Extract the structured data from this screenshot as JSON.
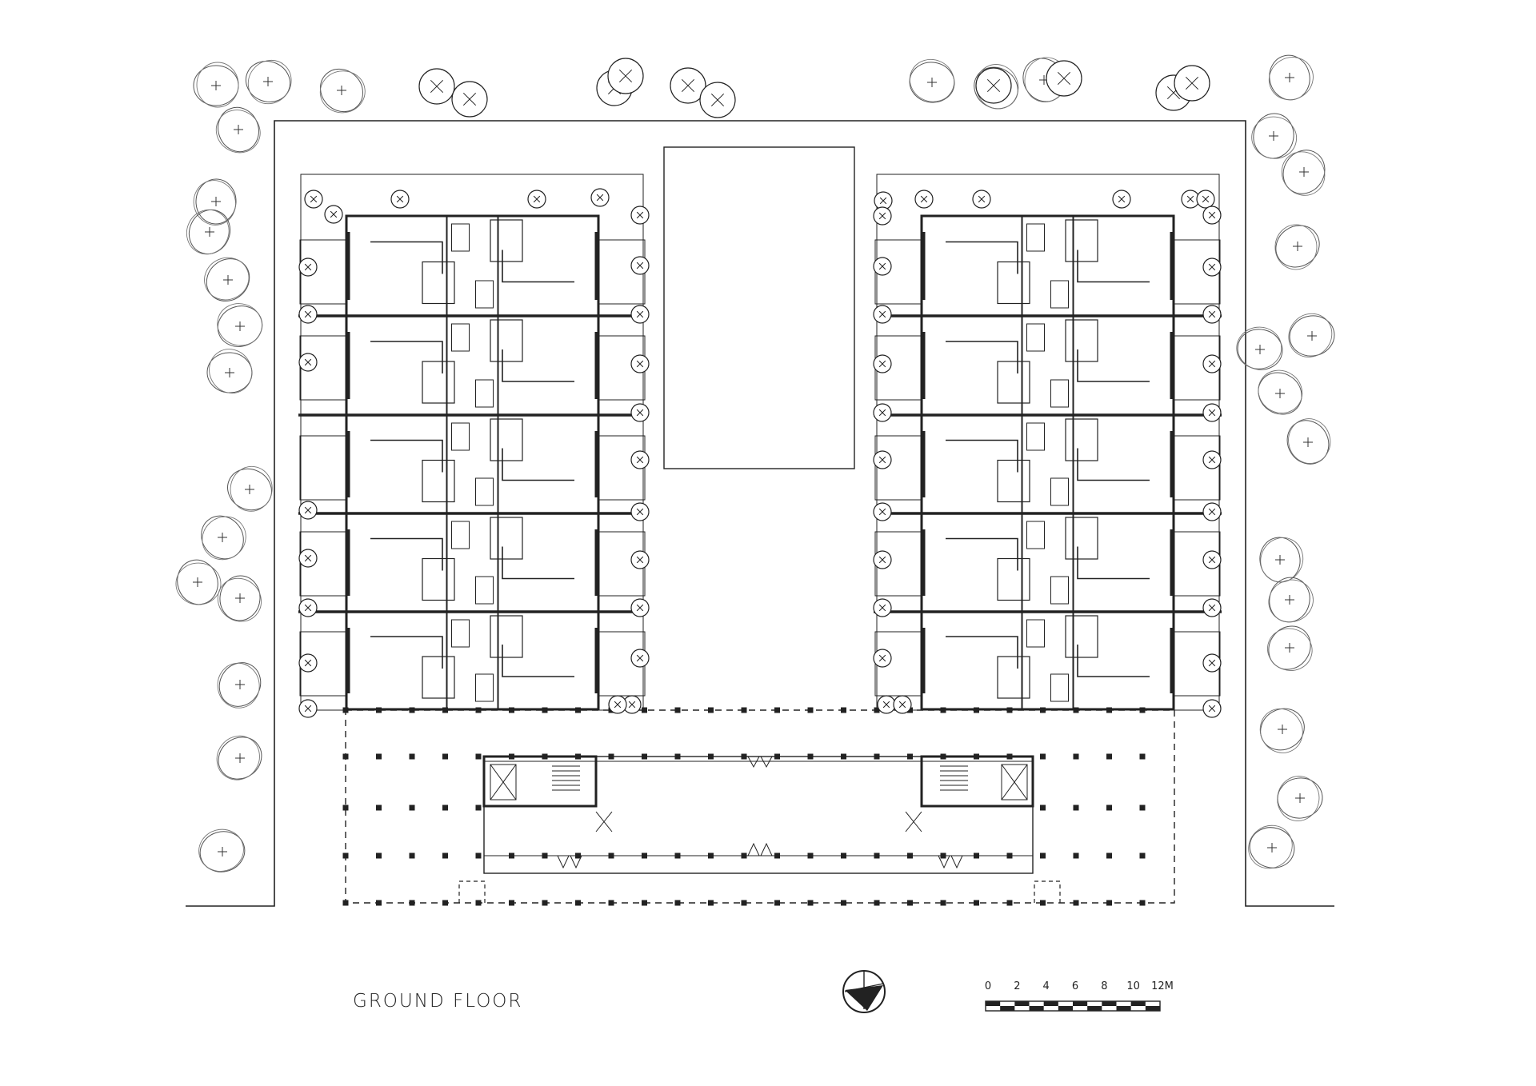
{
  "drawing": {
    "title": "GROUND FLOOR",
    "scale_bar": {
      "labels": [
        "0",
        "2",
        "4",
        "6",
        "8",
        "10",
        "12M"
      ]
    },
    "colors": {
      "line": "#222222",
      "background": "#ffffff",
      "tree_stroke": "#555555"
    },
    "icons": {
      "north_arrow": "north-arrow-icon",
      "tree": "tree-icon"
    }
  }
}
